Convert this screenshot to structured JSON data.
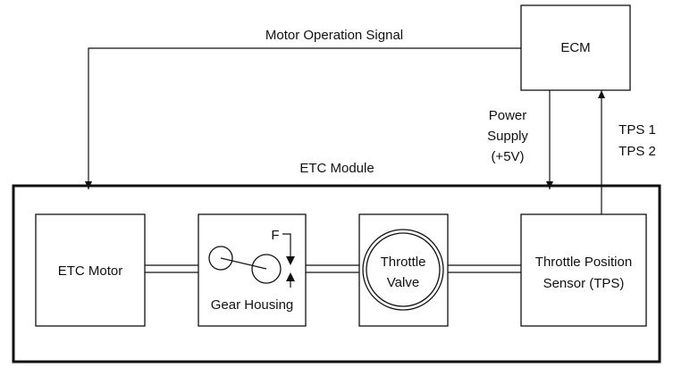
{
  "diagram": {
    "labels": {
      "ecm": "ECM",
      "motor_signal": "Motor Operation Signal",
      "power_supply_line1": "Power",
      "power_supply_line2": "Supply",
      "power_supply_line3": "(+5V)",
      "tps1": "TPS 1",
      "tps2": "TPS 2",
      "etc_module": "ETC Module",
      "etc_motor": "ETC Motor",
      "gear_housing": "Gear Housing",
      "f_marker": "F",
      "throttle_line1": "Throttle",
      "throttle_line2": "Valve",
      "tps_line1": "Throttle Position",
      "tps_line2": "Sensor (TPS)"
    },
    "colors": {
      "stroke": "#111111",
      "background": "#ffffff"
    }
  }
}
